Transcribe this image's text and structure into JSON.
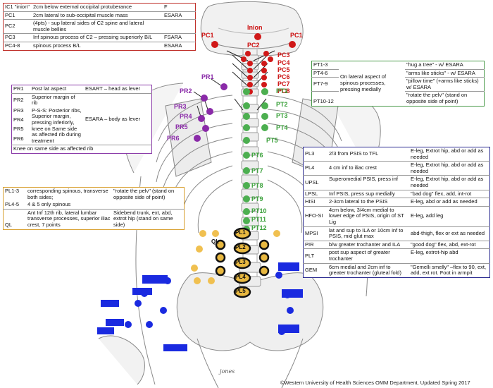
{
  "markers": {
    "inion": "Inion",
    "pc_left": "PC1",
    "pc_right": "PC1",
    "pc2": "PC2",
    "pc_spine": [
      "PC3",
      "PC4",
      "PC5",
      "PC6",
      "PC7",
      "PC8"
    ],
    "pr": [
      "PR1",
      "PR2",
      "PR3",
      "PR4",
      "PR5",
      "PR6"
    ],
    "pt": [
      "PT1",
      "PT2",
      "PT3",
      "PT4",
      "PT5",
      "PT6",
      "PT7",
      "PT8",
      "PT9",
      "PT10",
      "PT11",
      "PT12"
    ],
    "pl": [
      "PL1",
      "PL2",
      "PL3",
      "PL4",
      "PL5"
    ],
    "ql": "QL"
  },
  "pc_table": {
    "rows": [
      {
        "code": "IC1 \"inion\"",
        "desc": "2cm below external occipital protuberance",
        "pos": "F"
      },
      {
        "code": "PC1",
        "desc": "2cm lateral to sub-occipital muscle mass",
        "pos": "ESARA"
      },
      {
        "code": "PC2",
        "desc": "(4pts) - sup lateral sides of C2 spine and lateral muscle bellies",
        "pos": ""
      },
      {
        "code": "PC3",
        "desc": "Inf spinous process of C2 – pressing superiorly B/L",
        "pos": "FSARA"
      },
      {
        "code": "PC4-8",
        "desc": "spinous process B/L",
        "pos": "ESARA"
      }
    ]
  },
  "pr_table": {
    "rows": [
      {
        "code": "PR1",
        "desc": "Post lat aspect",
        "pos": "ESART – head as lever"
      },
      {
        "code": "PR2",
        "desc": "Superior margin of rib",
        "pos": ""
      },
      {
        "code": "PR3",
        "desc": "P-S-S: Posterior ribs, Superior margin, pressing inferiorly, knee on Same side as affected rib during treatment",
        "pos": "ESARA – body as lever"
      },
      {
        "code": "PR4",
        "desc": "",
        "pos": ""
      },
      {
        "code": "PR5",
        "desc": "",
        "pos": ""
      },
      {
        "code": "PR6",
        "desc": "",
        "pos": ""
      }
    ],
    "footer": "Knee on same side as affected rib"
  },
  "pt_table": {
    "desc": "On lateral aspect of spinous processes, pressing medially",
    "rows": [
      {
        "code": "PT1-3",
        "pos": "\"hug a tree\" - w/ ESARA"
      },
      {
        "code": "PT4-6",
        "pos": "\"arms like sticks\" - w/ ESARA"
      },
      {
        "code": "PT7-9",
        "pos": "\"pillow time\" (+arms like sticks) w/ ESARA"
      },
      {
        "code": "PT10-12",
        "pos": "\"rotate the pelv\" (stand on opposite side of point)"
      }
    ]
  },
  "pl_table": {
    "rows": [
      {
        "code": "PL1-3",
        "desc": "corresponding spinous, transverse both sides;",
        "pos": "\"rotate the pelv\" (stand on opposite side of point)"
      },
      {
        "code": "PL4-5",
        "desc": "4 & 5 only spinous",
        "pos": ""
      },
      {
        "code": "QL",
        "desc": "Ant Inf 12th rib, lateral lumbar transverse processes, superior iliac crest, 7 points",
        "pos": "Sidebend trunk, ext, abd, extrot hip (stand on same side)"
      }
    ]
  },
  "hip_table": {
    "rows": [
      {
        "code": "PL3",
        "desc": "2/3 from PSIS to TFL",
        "pos": "E-leg, Extrot hip, abd or add as needed"
      },
      {
        "code": "PL4",
        "desc": "4 cm inf to iliac crest",
        "pos": "E-leg, Extrot hip, abd or add as needed"
      },
      {
        "code": "UPSL",
        "desc": "Superomedial PSIS, press inf",
        "pos": "E-leg, Extrot hip, abd or add as needed"
      },
      {
        "code": "LPSL",
        "desc": "Inf PSIS, press sup medially",
        "pos": "\"bad dog\" flex, add, int-rot"
      },
      {
        "code": "HISI",
        "desc": "2-3cm lateral to the PSIS",
        "pos": "E-leg, abd or add as needed"
      },
      {
        "code": "HFO-SI",
        "desc": "4cm below, 3/4cm medial to lower edge of PSIS, origin of ST Lig",
        "pos": "E-leg, add leg"
      },
      {
        "code": "MPSI",
        "desc": "lat and sup to ILA or 10cm inf to PSIS, mid glut max",
        "pos": "abd-thigh, flex or ext as needed"
      },
      {
        "code": "PIR",
        "desc": "b/w greater trochanter and ILA",
        "pos": "\"good dog\" flex, abd, ext-rot"
      },
      {
        "code": "PLT",
        "desc": "post sup aspect of greater trochanter",
        "pos": "E-leg, extrot-hip abd"
      },
      {
        "code": "GEM",
        "desc": "6cm medial and 2cm inf to greater trochanter (gluteal fold)",
        "pos": "\"Gemelli smelly\" –flex to 90, ext, add, ext rot. Foot in armpit"
      }
    ]
  },
  "signature": "jones",
  "copyright": "©Western University of Health Sciences OMM Department, Updated Spring 2017",
  "colors": {
    "pc": "#cc1010",
    "pr": "#8a2aa8",
    "pt": "#4caf50",
    "hip": "#1a2ae0",
    "pl": "#e8b840"
  }
}
